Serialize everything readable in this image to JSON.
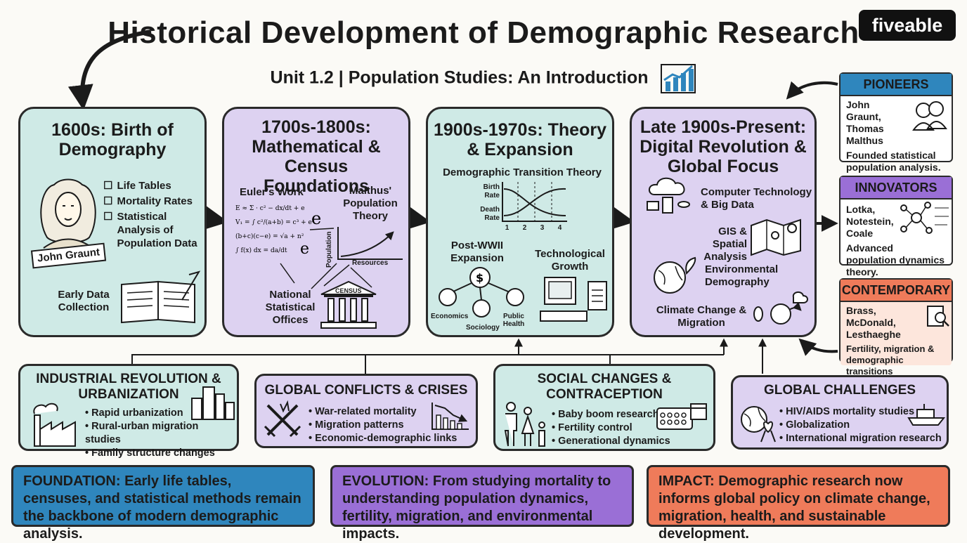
{
  "header": {
    "title": "Historical Development of Demographic Research",
    "subtitle": "Unit 1.2 | Population Studies: An Introduction",
    "logo": "fiveable"
  },
  "eras": [
    {
      "heading": "1600s: Birth of Demography",
      "person_label": "John Graunt",
      "items": [
        "Life Tables",
        "Mortality Rates",
        "Statistical Analysis of Population Data"
      ],
      "footer": "Early Data Collection"
    },
    {
      "heading": "1700s-1800s: Mathematical & Census Foundations",
      "euler": "Euler's Work",
      "malthus": "Malthus' Population Theory",
      "axis_y": "Population",
      "axis_x": "Resources",
      "offices": "National Statistical Offices",
      "census": "CENSUS"
    },
    {
      "heading": "1900s-1970s: Theory & Expansion",
      "dtt": "Demographic Transition Theory",
      "birth_rate": "Birth Rate",
      "death_rate": "Death Rate",
      "stages": [
        "1",
        "2",
        "3",
        "4"
      ],
      "postwar": "Post-WWII Expansion",
      "tech": "Technological Growth",
      "fields": [
        "Economics",
        "Sociology",
        "Public Health"
      ]
    },
    {
      "heading": "Late 1900s-Present: Digital Revolution & Global Focus",
      "items": [
        "Computer Technology & Big Data",
        "GIS & Spatial Analysis",
        "Environmental Demography",
        "Climate Change & Migration"
      ]
    }
  ],
  "side_boxes": [
    {
      "heading": "PIONEERS",
      "names": "John Graunt, Thomas Malthus",
      "desc": "Founded statistical population analysis.",
      "color": "#2f86bd"
    },
    {
      "heading": "INNOVATORS",
      "names": "Lotka, Notestein, Coale",
      "desc": "Advanced population dynamics theory.",
      "color": "#9a6fd6"
    },
    {
      "heading": "CONTEMPORARY",
      "names": "Brass, McDonald, Lesthaeghe",
      "desc": "Fertility, migration & demographic transitions",
      "color": "#ef7b5a"
    }
  ],
  "influences": [
    {
      "heading": "INDUSTRIAL REVOLUTION & URBANIZATION",
      "items": [
        "Rapid urbanization",
        "Rural-urban migration studies",
        "Family structure changes"
      ]
    },
    {
      "heading": "GLOBAL CONFLICTS & CRISES",
      "items": [
        "War-related mortality",
        "Migration patterns",
        "Economic-demographic links"
      ]
    },
    {
      "heading": "SOCIAL CHANGES & CONTRACEPTION",
      "items": [
        "Baby boom research",
        "Fertility control",
        "Generational dynamics"
      ]
    },
    {
      "heading": "GLOBAL CHALLENGES",
      "items": [
        "HIV/AIDS mortality studies",
        "Globalization",
        "International migration research"
      ]
    }
  ],
  "bottom": [
    {
      "label": "FOUNDATION:",
      "text": "Early life tables, censuses, and statistical methods remain the backbone of modern demographic analysis.",
      "color": "#2f86bd"
    },
    {
      "label": "EVOLUTION:",
      "text": "From studying mortality to understanding population dynamics, fertility, migration, and environmental impacts.",
      "color": "#9a6fd6"
    },
    {
      "label": "IMPACT:",
      "text": "Demographic research now informs global policy on climate change, migration, health, and sustainable development.",
      "color": "#ef7b5a"
    }
  ]
}
